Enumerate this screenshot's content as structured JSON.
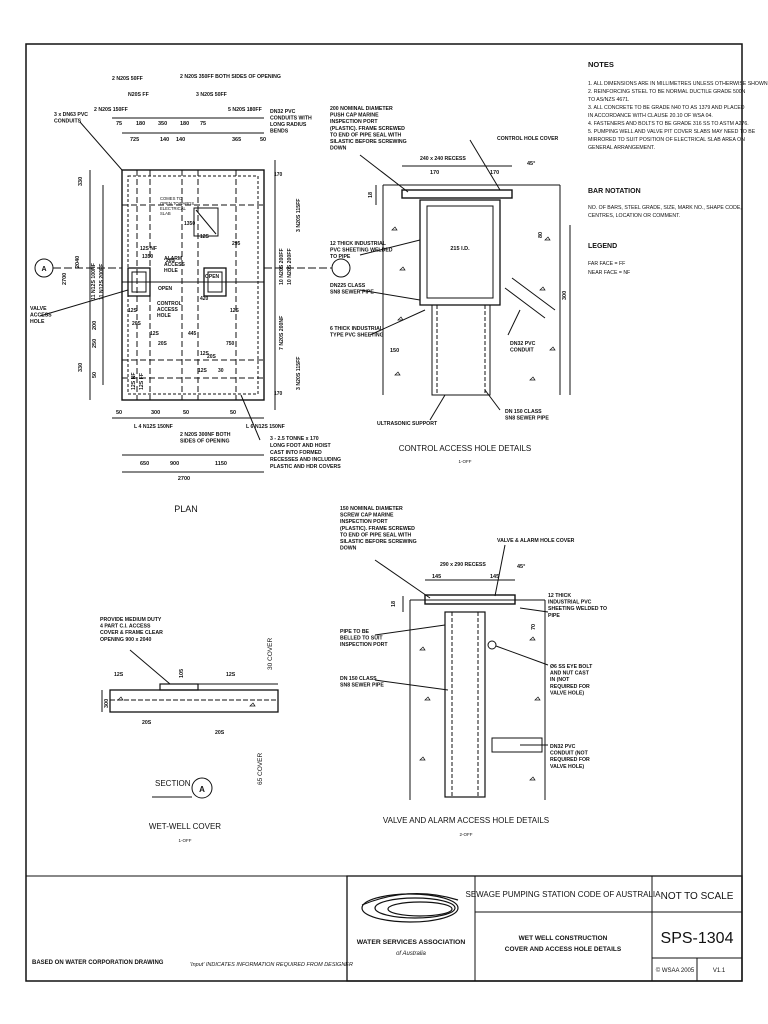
{
  "plan": {
    "title": "PLAN",
    "top_labels": [
      "2 N20S 50FF",
      "2 N20S 350FF BOTH SIDES OF OPENING",
      "N20S FF",
      "3 N20S 50FF",
      "2 N20S 150FF",
      "5 N20S 180FF",
      "3 x DN63 PVC CONDUITS",
      "DN32 PVC CONDUITS WITH LONG RADIUS BENDS"
    ],
    "top_dims": [
      "75",
      "180",
      "350",
      "180",
      "75",
      "725",
      "140",
      "140",
      "365",
      "50"
    ],
    "side_dims": [
      "330",
      "2700",
      "2040",
      "330",
      "50",
      "200",
      "250"
    ],
    "vertical_notes": [
      "11 N12S 100NF",
      "11 N12S 200FF",
      "10 N20S 200FF",
      "10 N20S 200FF",
      "3 N20S 115FF",
      "3 N20S 115FF",
      "7 N20S 200NF",
      "12S NF",
      "12S FF"
    ],
    "interior": [
      "COMES TO OPEN TOWARDS ELECTRICAL SLAB",
      "12S",
      "12S NF",
      "20S",
      "ALARM ACCESS HOLE",
      "OPEN",
      "OPEN",
      "CONTROL ACCESS HOLE",
      "12S",
      "12S",
      "20S",
      "12S",
      "20S",
      "12S",
      "445",
      "750",
      "12S",
      "30",
      "20S",
      "295",
      "420",
      "1350",
      "1350",
      "170",
      "170"
    ],
    "left_labels": [
      "VALVE ACCESS HOLE"
    ],
    "section_marker": "A",
    "bottom_dims": [
      "50",
      "300",
      "50",
      "50"
    ],
    "bottom_labels": [
      "L 4 N12S 150NF",
      "L 6 N12S 150NF",
      "2 N20S 300NF BOTH SIDES OF OPENING",
      "3 - 2.5 TONNE x 170 LONG FOOT AND HOIST CAST INTO FORMED RECESSES AND INCLUDING PLASTIC AND HDR COVERS"
    ],
    "overall_dims": [
      "650",
      "900",
      "1150",
      "2700"
    ]
  },
  "control": {
    "title": "CONTROL ACCESS HOLE DETAILS",
    "scale": "1-OFF",
    "labels": [
      "200 NOMINAL DIAMETER PUSH CAP MARINE INSPECTION PORT (PLASTIC). FRAME SCREWED TO END OF PIPE SEAL WITH SILASTIC BEFORE SCREWING DOWN",
      "CONTROL HOLE COVER",
      "240 x 240 RECESS",
      "12 THICK INDUSTRIAL PVC SHEETING WELDED TO PIPE",
      "DN225 CLASS SN8 SEWER PIPE",
      "6 THICK INDUSTRIAL TYPE PVC SHEETING",
      "DN32 PVC CONDUIT",
      "ULTRASONIC SUPPORT",
      "DN 150 CLASS SN8 SEWER PIPE",
      "215 I.D.",
      "150",
      "45°",
      "170",
      "170",
      "18",
      "80",
      "300"
    ]
  },
  "section": {
    "marker": "A",
    "heading": "SECTION",
    "title": "WET-WELL COVER",
    "scale": "1-OFF",
    "labels": [
      "PROVIDE MEDIUM DUTY 4 PART C.I. ACCESS COVER & FRAME CLEAR OPENING 900 x 2040",
      "30 COVER",
      "65 COVER",
      "12S",
      "12S",
      "20S",
      "20S",
      "105",
      "300"
    ]
  },
  "valve": {
    "title": "VALVE AND ALARM ACCESS HOLE DETAILS",
    "scale": "2-OFF",
    "labels": [
      "150 NOMINAL DIAMETER SCREW CAP MARINE INSPECTION PORT (PLASTIC). FRAME SCREWED TO END OF PIPE SEAL WITH SILASTIC BEFORE SCREWING DOWN",
      "VALVE & ALARM HOLE COVER",
      "290 x 290 RECESS",
      "12 THICK INDUSTRIAL PVC SHEETING WELDED TO PIPE",
      "PIPE TO BE BELLED TO SUIT INSPECTION PORT",
      "DN 150 CLASS SN8 SEWER PIPE",
      "Ø6 SS EYE BOLT AND NUT CAST IN (NOT REQUIRED FOR VALVE HOLE)",
      "DN32 PVC CONDUIT (NOT REQUIRED FOR VALVE HOLE)",
      "145",
      "145",
      "45°",
      "18",
      "70"
    ]
  },
  "notes": {
    "title": "NOTES",
    "items": [
      "1.  ALL DIMENSIONS ARE IN MILLIMETRES UNLESS OTHERWISE SHOWN.",
      "2.  REINFORCING STEEL TO BE NORMAL DUCTILE GRADE 500N",
      "     TO AS/NZS 4671.",
      "3.  ALL CONCRETE TO BE GRADE N40 TO AS 1379 AND PLACED",
      "     IN ACCORDANCE WITH CLAUSE 20.10 OF WSA 04.",
      "4.  FASTENERS AND BOLTS TO BE GRADE 316 SS TO ASTM A276.",
      "5.  PUMPING WELL AND VALVE PIT COVER SLABS MAY NEED TO BE",
      "     MIRRORED TO SUIT POSITION OF ELECTRICAL SLAB AREA ON",
      "     GENERAL ARRANGEMENT."
    ],
    "bar_title": "BAR NOTATION",
    "bar_text": [
      "NO. OF BARS, STEEL GRADE, SIZE, MARK NO., SHAPE CODE,",
      "CENTRES, LOCATION OR COMMENT."
    ],
    "legend_title": "LEGEND",
    "legend": [
      "FAR FACE = FF",
      "NEAR FACE = NF"
    ]
  },
  "footer": {
    "left": "BASED ON WATER CORPORATION DRAWING",
    "mid": "'Input' INDICATES INFORMATION REQUIRED FROM DESIGNER"
  },
  "titleblock": {
    "org_line1": "WATER SERVICES ASSOCIATION",
    "org_line2": "of Australia",
    "code": "SEWAGE PUMPING STATION CODE OF AUSTRALIA",
    "scale": "NOT TO SCALE",
    "desc1": "WET WELL CONSTRUCTION",
    "desc2": "COVER AND ACCESS HOLE DETAILS",
    "number": "SPS-1304",
    "copyright": "© WSAA  2005",
    "version": "V1.1"
  }
}
